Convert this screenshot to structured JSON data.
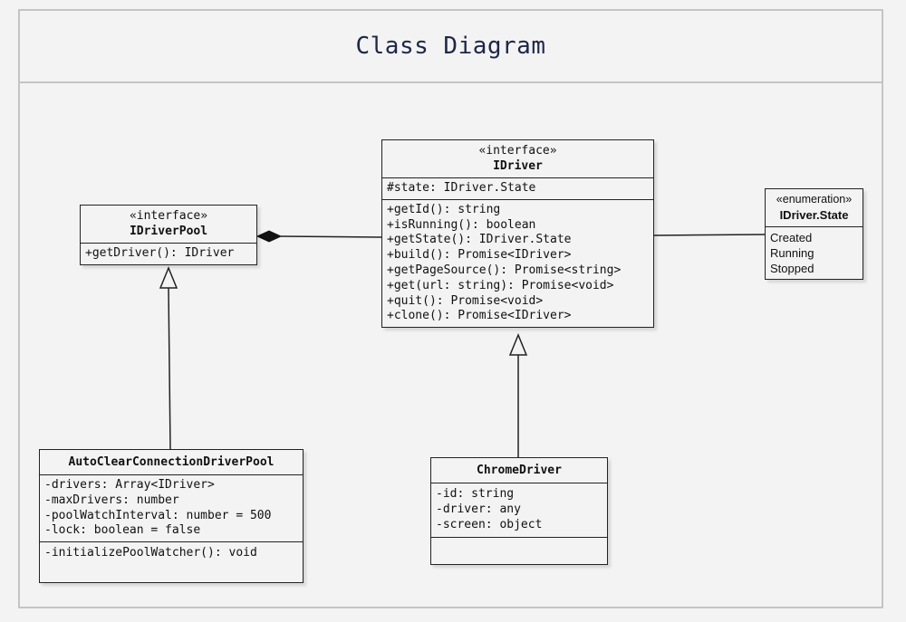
{
  "title": "Class Diagram",
  "classes": {
    "idriverpool": {
      "stereotype": "«interface»",
      "name": "IDriverPool",
      "methods": [
        "+getDriver(): IDriver"
      ]
    },
    "idriver": {
      "stereotype": "«interface»",
      "name": "IDriver",
      "attributes": [
        "#state: IDriver.State"
      ],
      "methods": [
        "+getId(): string",
        "+isRunning(): boolean",
        "+getState(): IDriver.State",
        "+build(): Promise<IDriver>",
        "+getPageSource(): Promise<string>",
        "+get(url: string): Promise<void>",
        "+quit(): Promise<void>",
        "+clone(): Promise<IDriver>"
      ]
    },
    "state": {
      "stereotype": "«enumeration»",
      "name": "IDriver.State",
      "literals": [
        "Created",
        "Running",
        "Stopped"
      ]
    },
    "autoclear": {
      "name": "AutoClearConnectionDriverPool",
      "attributes": [
        "-drivers: Array<IDriver>",
        "-maxDrivers: number",
        "-poolWatchInterval: number = 500",
        "-lock: boolean = false"
      ],
      "methods": [
        "-initializePoolWatcher(): void"
      ]
    },
    "chrome": {
      "name": "ChromeDriver",
      "attributes": [
        "-id: string",
        "-driver: any",
        "-screen: object"
      ],
      "methods": []
    }
  },
  "relations": [
    {
      "type": "composition",
      "from": "IDriverPool",
      "to": "IDriver"
    },
    {
      "type": "association",
      "from": "IDriver",
      "to": "IDriver.State"
    },
    {
      "type": "realization",
      "from": "AutoClearConnectionDriverPool",
      "to": "IDriverPool"
    },
    {
      "type": "realization",
      "from": "ChromeDriver",
      "to": "IDriver"
    }
  ]
}
